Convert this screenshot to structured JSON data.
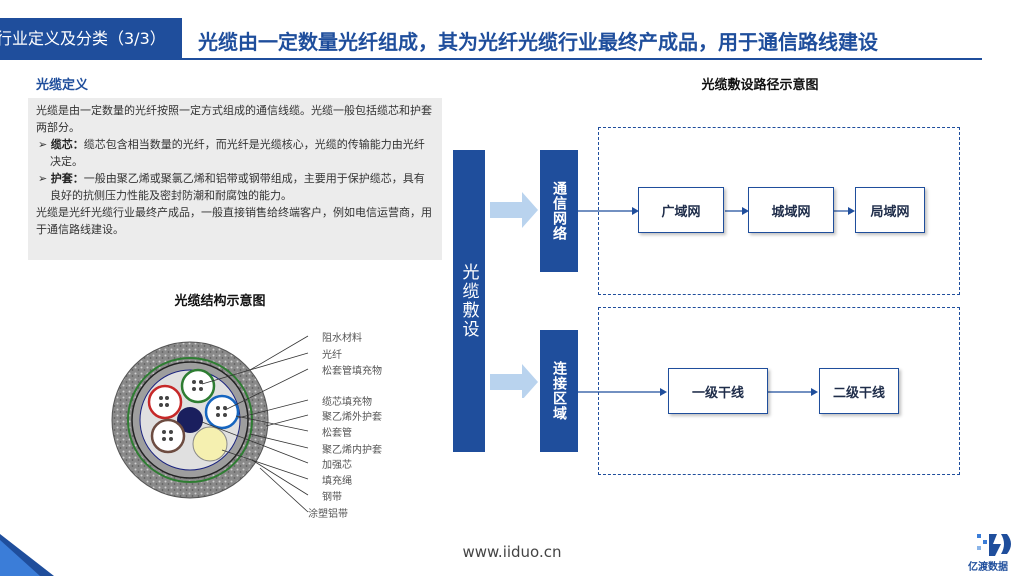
{
  "header": {
    "tag": "行业定义及分类（3/3）",
    "title": "光缆由一定数量光纤组成，其为光纤光缆行业最终产成品，用于通信路线建设"
  },
  "definition": {
    "title": "光缆定义",
    "intro": "光缆是由一定数量的光纤按照一定方式组成的通信线缆。光缆一般包括缆芯和护套两部分。",
    "bullets": [
      {
        "term": "缆芯：",
        "text": "缆芯包含相当数量的光纤，而光纤是光缆核心，光缆的传输能力由光纤决定。"
      },
      {
        "term": "护套：",
        "text": "一般由聚乙烯或聚氯乙烯和铝带或钢带组成，主要用于保护缆芯，具有良好的抗侧压力性能及密封防潮和耐腐蚀的能力。"
      }
    ],
    "outro": "光缆是光纤光缆行业最终产成品，一般直接销售给终端客户，例如电信运营商，用于通信路线建设。"
  },
  "structure": {
    "title": "光缆结构示意图",
    "labels": [
      "阻水材料",
      "光纤",
      "松套管填充物",
      "缆芯填充物",
      "聚乙烯外护套",
      "松套管",
      "聚乙烯内护套",
      "加强芯",
      "填充绳",
      "钢带",
      "涂塑铝带"
    ]
  },
  "route": {
    "title": "光缆敷设路径示意图",
    "main": "光缆敷设",
    "comm": "通信网络",
    "conn": "连接区域",
    "comm_nodes": [
      "广域网",
      "城域网",
      "局域网"
    ],
    "conn_nodes": [
      "一级干线",
      "二级干线"
    ]
  },
  "footer": {
    "url": "www.iiduo.cn",
    "logo": "亿渡数据"
  },
  "colors": {
    "brand": "#1f4e9c",
    "panel": "#ececec"
  }
}
